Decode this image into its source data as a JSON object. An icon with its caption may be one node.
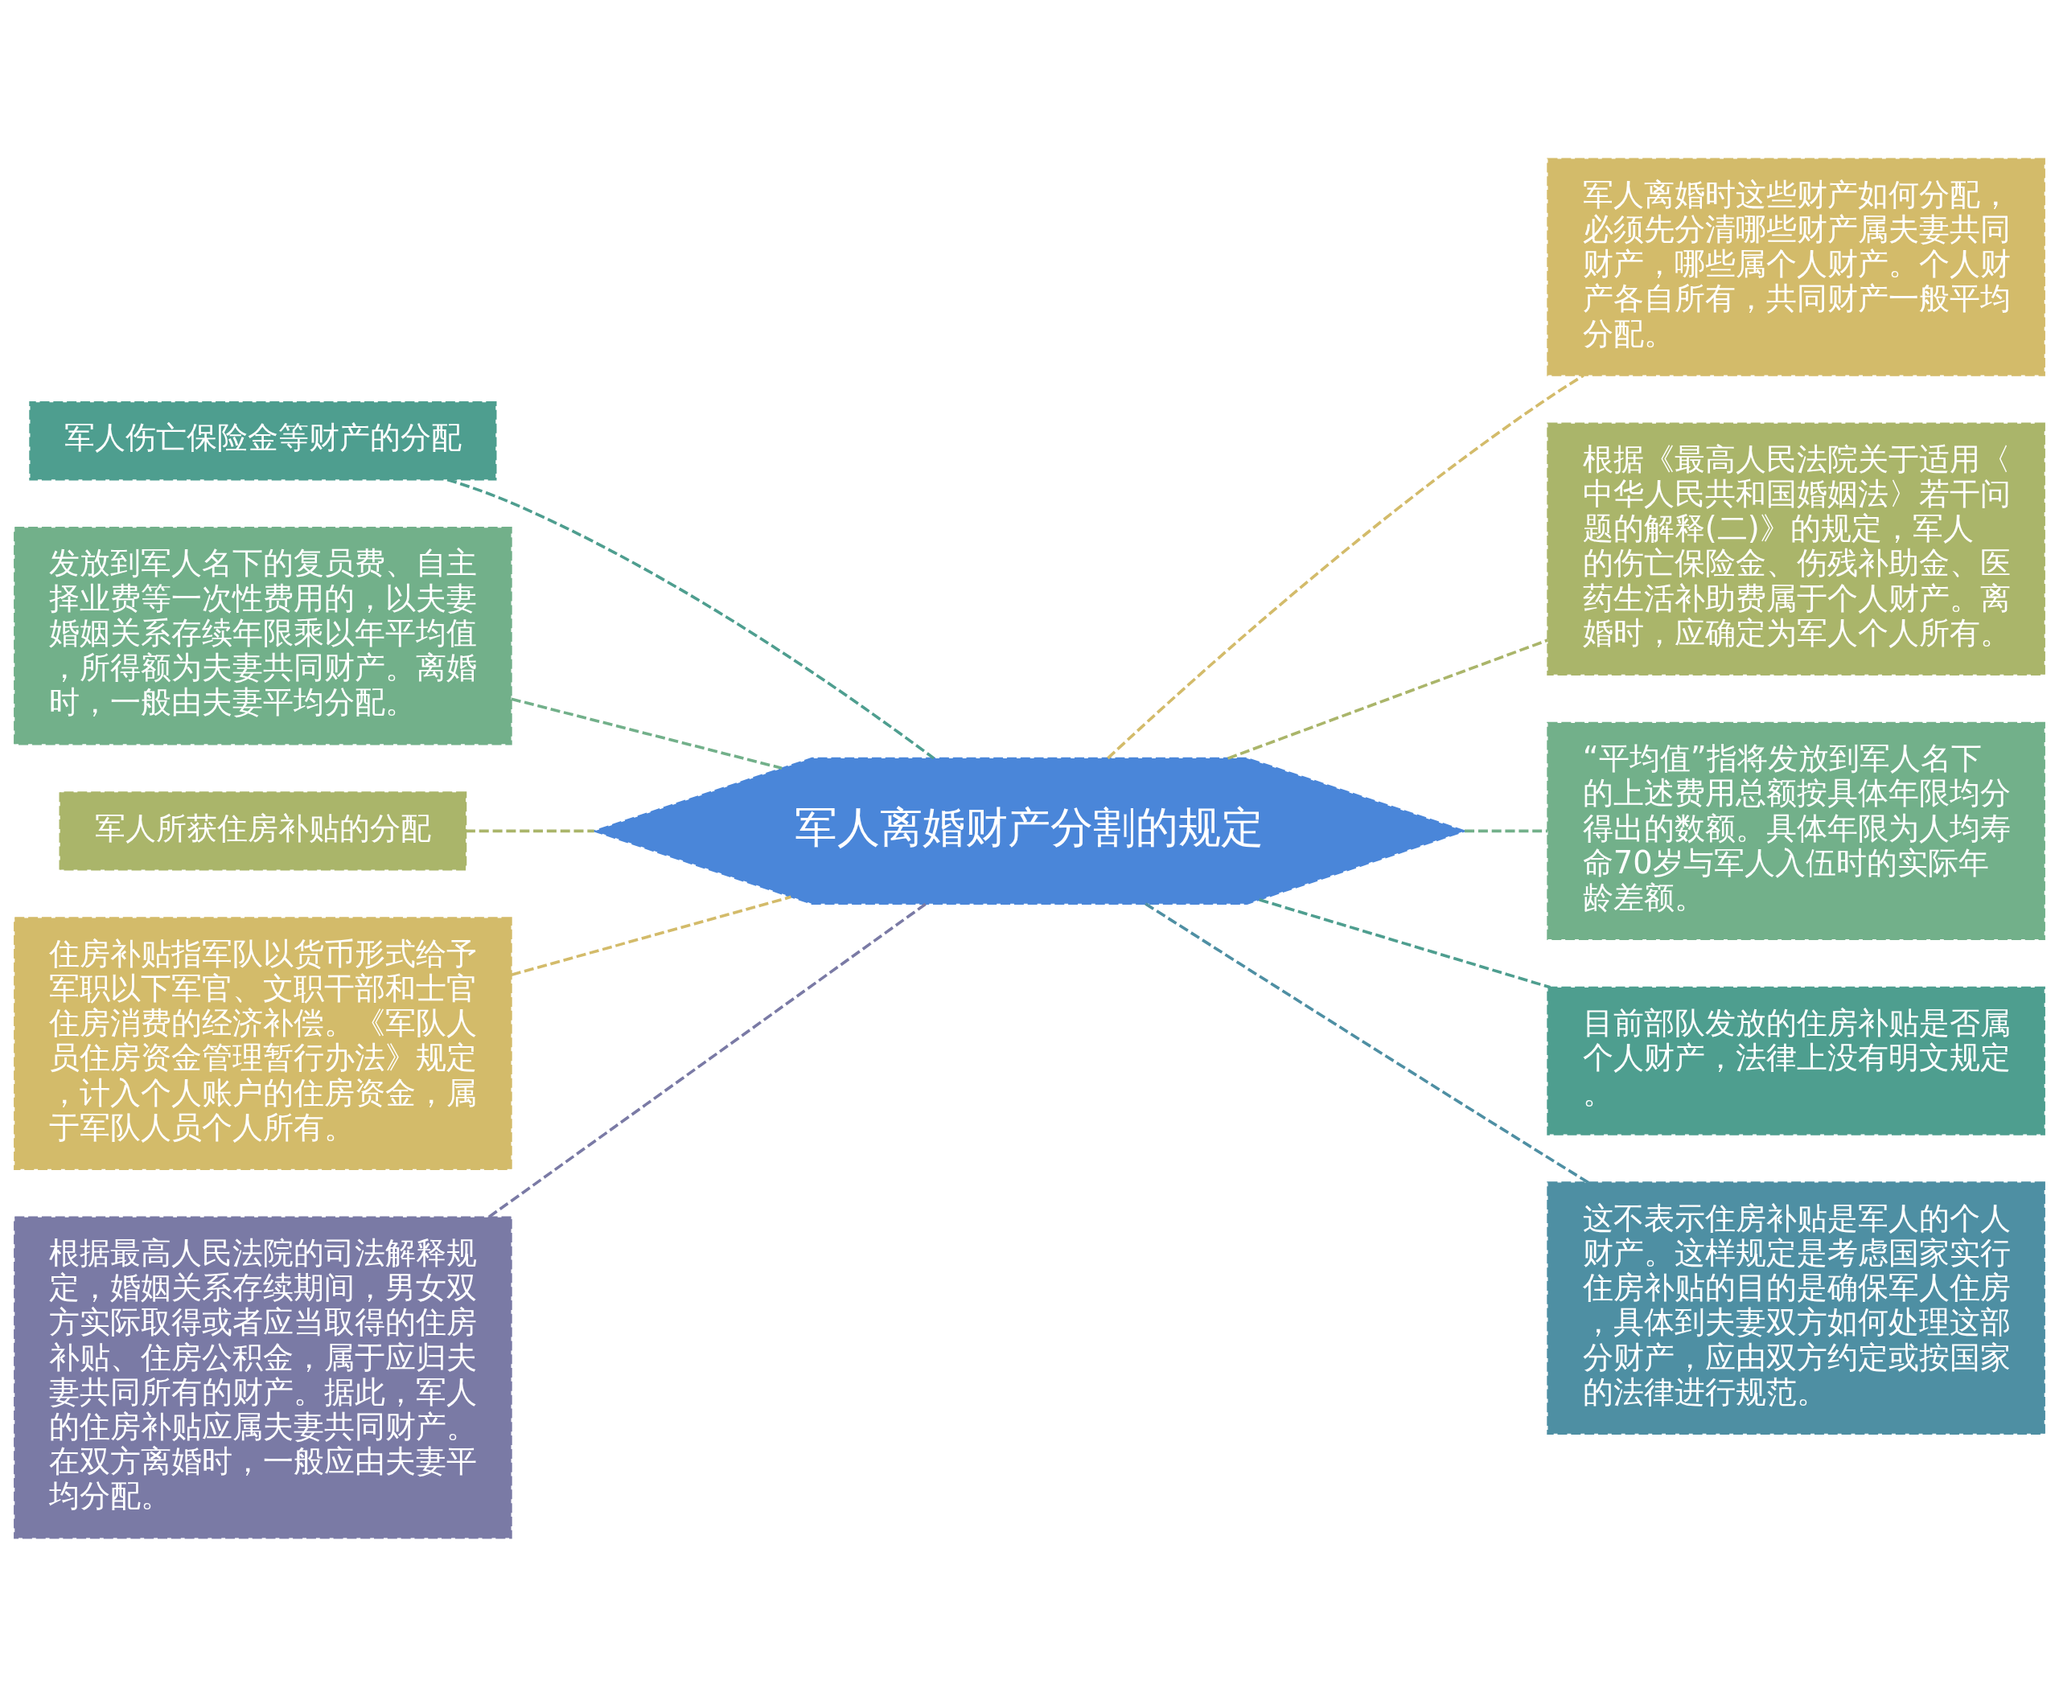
{
  "diagram": {
    "nodes": [
      {
        "text": [
          "军人离婚财产分割的规定"
        ]
      },
      {
        "text": [
          "军人伤亡保险金等财产的分配"
        ]
      },
      {
        "text": [
          "发放到军人名下的复员费、自主择业费等一次性费用的，以夫妻婚姻关系存续年限乘以年平均值，所得额为夫妻共同财产。离婚时，一般由夫妻平均分配。"
        ]
      },
      {
        "text": [
          "军人所获住房补贴的分配"
        ]
      },
      {
        "text": [
          "住房补贴指军队以货币形式给予军职以下军官、文职干部和士官住房消费的经济补偿。《军队人员住房资金管理暂行办法》规定，计入个人账户的住房资金，属于军队人员个人所有。"
        ]
      },
      {
        "text": [
          "根据最高人民法院的司法解释规定，婚姻关系存续期间，男女双方实际取得或者应当取得的住房补贴、住房公积金，属于应归夫妻共同所有的财产。据此，军人的住房补贴应属夫妻共同财产。在双方离婚时，一般应由夫妻平均分配。"
        ]
      },
      {
        "text": [
          "军人离婚时这些财产如何分配，必须先分清哪些财产属夫妻共同财产，哪些属个人财产。个人财产各自所有，共同财产一般平均分配。"
        ]
      },
      {
        "text": [
          "根据《最高人民法院关于适用〈中华人民共和国婚姻法〉若干问题的解释(二)》的规定，军人的伤亡保险金、伤残补助金、医药生活补助费属于个人财产。离婚时，应确定为军人个人所有。"
        ]
      },
      {
        "text": [
          "“平均值”指将发放到军人名下的上述费用总额按具体年限均分得出的数额。具体年限为人均寿命70岁与军人入伍时的实际年龄差额。"
        ]
      },
      {
        "text": [
          "目前部队发放的住房补贴是否属个人财产，法律上没有明文规定。"
        ]
      },
      {
        "text": [
          "这不表示住房补贴是军人的个人财产。这样规定是考虑国家实行住房补贴的目的是确保军人住房，具体到夫妻双方如何处理这部分财产，应由双方约定或按国家的法律进行规范。"
        ]
      }
    ],
    "edges": [
      {
        "from": 0,
        "to": 1,
        "arrow": "none",
        "style": "dashed",
        "color": "#4e9e8f"
      },
      {
        "from": 0,
        "to": 2,
        "arrow": "none",
        "style": "dashed",
        "color": "#72b08a"
      },
      {
        "from": 0,
        "to": 3,
        "arrow": "none",
        "style": "dashed",
        "color": "#aab56a"
      },
      {
        "from": 0,
        "to": 4,
        "arrow": "none",
        "style": "dashed",
        "color": "#d3bb6a"
      },
      {
        "from": 0,
        "to": 5,
        "arrow": "none",
        "style": "dashed",
        "color": "#7a7aa5"
      },
      {
        "from": 0,
        "to": 6,
        "arrow": "none",
        "style": "dashed",
        "color": "#d3bb6a"
      },
      {
        "from": 0,
        "to": 7,
        "arrow": "none",
        "style": "dashed",
        "color": "#aab56a"
      },
      {
        "from": 0,
        "to": 8,
        "arrow": "none",
        "style": "dashed",
        "color": "#72b08a"
      },
      {
        "from": 0,
        "to": 9,
        "arrow": "none",
        "style": "dashed",
        "color": "#4e9e8f"
      },
      {
        "from": 0,
        "to": 10,
        "arrow": "none",
        "style": "dashed",
        "color": "#4e8fa3"
      }
    ]
  }
}
